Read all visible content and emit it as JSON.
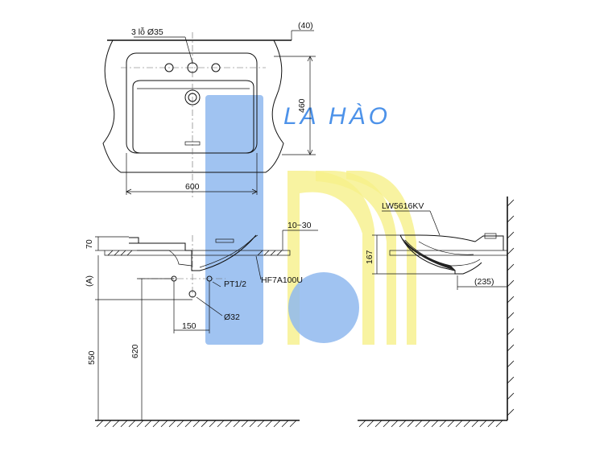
{
  "brand": {
    "name": "LA HÀO",
    "colors": {
      "blue": "#8fb8ee",
      "yellow": "#f6f08a",
      "text": "#2f80e6"
    }
  },
  "top_view": {
    "holes_label": "3 lỗ Ø35",
    "offset_label": "(40)",
    "width_label": "600",
    "depth_label": "460"
  },
  "side_view": {
    "rim_height_label": "70",
    "a_label": "(A)",
    "gap_label": "10~30",
    "bracket_model_label": "HF7A100U",
    "pipe_thread_label": "PT1/2",
    "supply_spacing_label": "150",
    "drain_diameter_label": "Ø32",
    "height_550_label": "550",
    "height_620_label": "620"
  },
  "section_view": {
    "model_label": "LW5616KV",
    "bowl_height_label": "167",
    "wall_offset_label": "(235)"
  }
}
